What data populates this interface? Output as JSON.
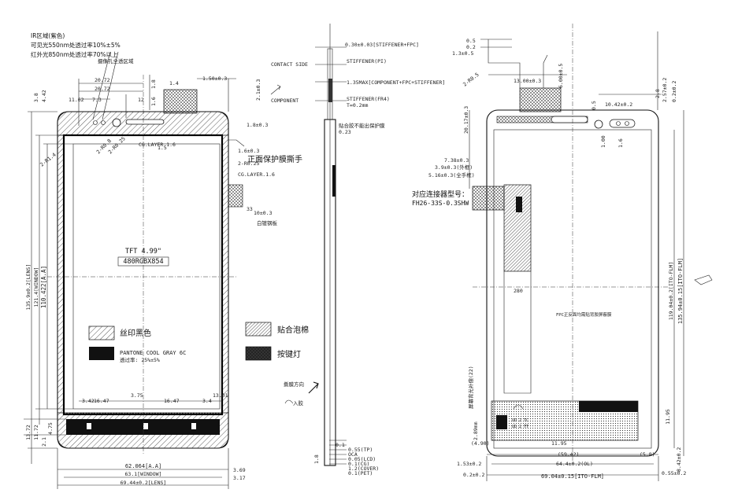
{
  "colors": {
    "line": "#111111",
    "background": "#ffffff",
    "hatch": "#333333",
    "solid": "#111111"
  },
  "ir_note": {
    "title": "IR区域(紫色)",
    "line1": "可见光550nm处透过率10%±5%",
    "line2": "红外光850nm处透过率70%以上"
  },
  "center_panel": {
    "model_line1": "TFT 4.99\"",
    "model_line2": "480RGBX854",
    "protect_film_label": "正面保护膜撕手",
    "legend_silk": "丝印黑色",
    "legend_pantone": "PANTONE COOL GRAY 6C",
    "legend_pantone_sub": "透过率: 25%±5%",
    "legend_foam": "贴合泡棉",
    "legend_key_light": "按键灯"
  },
  "left_top_dims": [
    "20.72",
    "20.72",
    "11.62",
    "7.3",
    "12",
    "3.8",
    "4.42",
    "1.8",
    "1.4",
    "1.50±0.3",
    "2.1±0.3",
    "1.5",
    "1.6"
  ],
  "left_side_dims": [
    "135.9±0.2[LENS]",
    "121.4[WINDOW]",
    "110.422[A.A]",
    "13.72",
    "11.72",
    "2.1",
    "4.75"
  ],
  "left_bottom_dims": [
    "3.42",
    "3.75",
    "16.47",
    "16.47",
    "3.4",
    "13.01",
    "62.064[A.A]",
    "63.1[WINDOW]",
    "69.44±0.2[LENS]",
    "3.69",
    "3.17"
  ],
  "left_right_dims": [
    "1.8±0.3",
    "10±0.3",
    "33",
    "1.6±0.3"
  ],
  "left_misc": [
    "摄像孔全透区域",
    "2-R1.4",
    "2-R0.8",
    "2-R0.25",
    "CG.LAYER.1.6",
    "2-R0.25",
    "CG.LAYER.1.6",
    "白镀钢板",
    "撕膜方向",
    "入胶"
  ],
  "side_view": {
    "labels": [
      "0.30±0.03[STIFFENER+FPC]",
      "CONTACT SIDE",
      "STIFFENER(PI)",
      "1.35MAX[COMPONENT+FPC+STIFFENER]",
      "COMPONENT",
      "STIFFENER(FR4)",
      "T=0.2mm",
      "0.23",
      "贴合胶不能出保护膜"
    ],
    "bottom_labels": [
      "0.1",
      "0.55(TP)",
      "OCA",
      "0.05(LCD)",
      "1.8",
      "0.1(CG)",
      "1.2(COVER)",
      "0.1(PET)"
    ]
  },
  "right_top_dims": [
    "0.5",
    "0.2",
    "1.3±0.5",
    "2-R0.5",
    "13.00±0.3",
    "6.00±0.5",
    "0.5",
    "10.42±0.2",
    "1.6",
    "2.57±0.2",
    "0.2±0.2",
    "2.8",
    "20.17±0.3",
    "1.00"
  ],
  "right_mid_dims": [
    "7.38±0.3",
    "3.9±0.3(外框)",
    "5.16±0.3(全手框)"
  ],
  "connector_note": {
    "line1": "对应连接器型号：",
    "line2": "FH26-33S-0.3SHW"
  },
  "right_mid_labels": [
    "280",
    "FPC正反面均需贴背胶屏蔽膜",
    "屏幕背光补偿(22)"
  ],
  "right_side_dims": [
    "119.04±0.2[ITO-FLM]",
    "135.94±0.15[ITO-FLM]",
    "11.95",
    "8.42±0.2"
  ],
  "right_bottom_dims": [
    "(4.90)",
    "11.95",
    "(59.42)",
    "(5.8)",
    "1.53±0.2",
    "64.4±0.2(OL)",
    "0.2±0.2",
    "69.04±0.15[ITO-FLM]",
    "0.55±0.2"
  ],
  "right_bottom_labels": [
    "UD 2 TC",
    "UD 2 TT",
    "2.89mm"
  ]
}
